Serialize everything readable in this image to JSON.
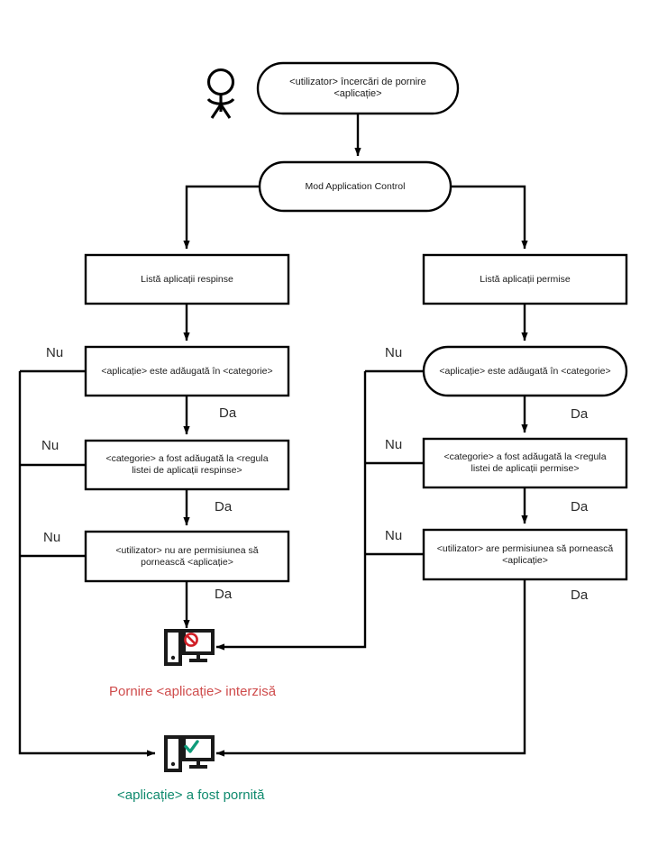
{
  "diagram": {
    "title": "Application Control start flow",
    "language": "ro",
    "actor": {
      "name": "user-actor",
      "label": ""
    },
    "nodes": {
      "start": {
        "label": "<utilizator> încercări de pornire <aplicație>",
        "line1": "<utilizator> încercări de pornire",
        "line2": "<aplicație>",
        "shape": "rounded"
      },
      "mode": {
        "label": "Mod Application Control",
        "shape": "rounded"
      },
      "denied_list": {
        "label": "Listă aplicații respinse",
        "shape": "rect"
      },
      "allowed_list": {
        "label": "Listă aplicații permise",
        "shape": "rect"
      },
      "denied_in_category": {
        "label": "<aplicație> este adăugată în <categorie>",
        "shape": "rect"
      },
      "allowed_in_category": {
        "label": "<aplicație> este adăugată în <categorie>",
        "shape": "rounded"
      },
      "denied_rule": {
        "line1": "<categorie> a fost adăugată la <regula",
        "line2": "listei de aplicații respinse>",
        "shape": "rect"
      },
      "allowed_rule": {
        "line1": "<categorie> a fost adăugată la <regula",
        "line2": "listei de aplicații permise>",
        "shape": "rect"
      },
      "denied_permission": {
        "line1": "<utilizator> nu are permisiunea să",
        "line2": "pornească <aplicație>",
        "shape": "rect"
      },
      "allowed_permission": {
        "line1": "<utilizator> are permisiunea să pornească",
        "line2": "<aplicație>",
        "shape": "rect"
      }
    },
    "edge_labels": {
      "no": "Nu",
      "yes": "Da"
    },
    "outcomes": {
      "denied": {
        "label": "Pornire <aplicație> interzisă",
        "color": "#cf4c4c",
        "icon": "computer-blocked-icon"
      },
      "allowed": {
        "label": "<aplicație> a fost pornită",
        "color": "#0f8a6e",
        "icon": "computer-allowed-icon"
      }
    },
    "colors": {
      "stroke": "#000000",
      "text": "#1a1a1a",
      "denied": "#cf4c4c",
      "allowed": "#0f8a6e",
      "background": "#ffffff"
    }
  }
}
